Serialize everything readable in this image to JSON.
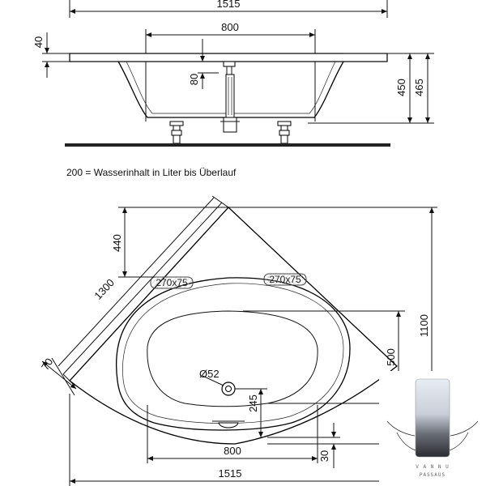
{
  "side_view": {
    "width_total": "1515",
    "width_inner": "800",
    "rim_height": "40",
    "drain_height": "80",
    "depth_inner": "450",
    "depth_total": "465"
  },
  "note": "200 = Wasserinhalt in Liter bis Überlauf",
  "top_view": {
    "corner_offset": "440",
    "side_length": "1300",
    "edge_width": "70",
    "pad_left": "270x75",
    "pad_right": "270x75",
    "height_total": "1100",
    "height_inner": "500",
    "drain_diameter": "Ø52",
    "drain_offset": "245",
    "width_inner": "800",
    "front_gap": "30",
    "width_total": "1515"
  },
  "logo": {
    "text_top": "V A N N U",
    "text_bottom": "PASSAUS"
  }
}
